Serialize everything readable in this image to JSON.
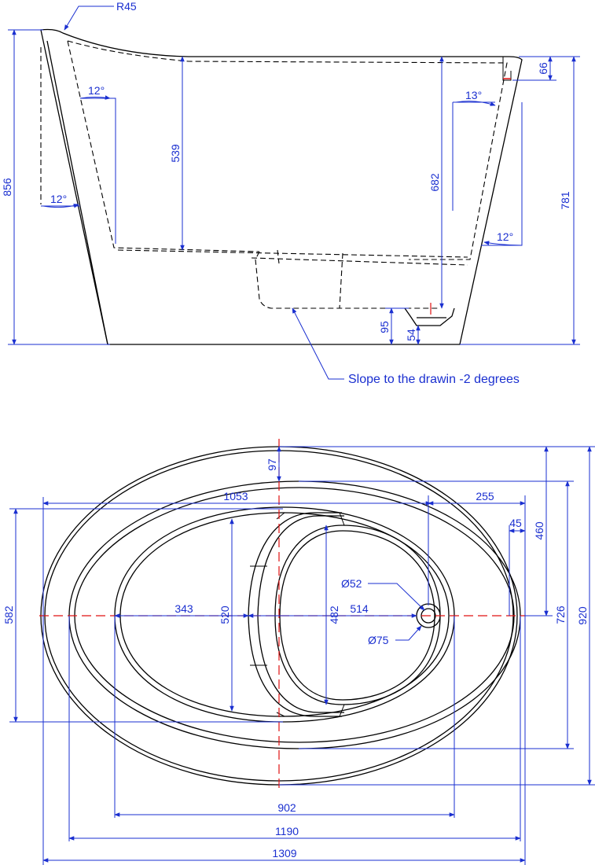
{
  "side_view": {
    "radius_label": "R45",
    "dim_overall_height": "856",
    "dim_inner_depth": "539",
    "dim_right_depth": "682",
    "dim_rim_height": "781",
    "dim_rim_top": "66",
    "dim_base_95": "95",
    "dim_base_54": "54",
    "angle_left_outer": "12°",
    "angle_left_inner": "12°",
    "angle_right_top": "13°",
    "angle_right_bottom": "12°",
    "slope_note": "Slope to the drawin -2 degrees"
  },
  "top_view": {
    "dim_97": "97",
    "dim_1053": "1053",
    "dim_255": "255",
    "dim_45": "45",
    "dim_460": "460",
    "dim_726": "726",
    "dim_920": "920",
    "dim_582": "582",
    "dim_343": "343",
    "dim_520": "520",
    "dim_482": "482",
    "dim_514": "514",
    "drain_inner": "Ø52",
    "drain_outer": "Ø75",
    "dim_902": "902",
    "dim_1190": "1190",
    "dim_1309": "1309"
  },
  "colors": {
    "dimension": "#1a2fd0",
    "centerline": "#e01010",
    "outline": "#000000"
  }
}
